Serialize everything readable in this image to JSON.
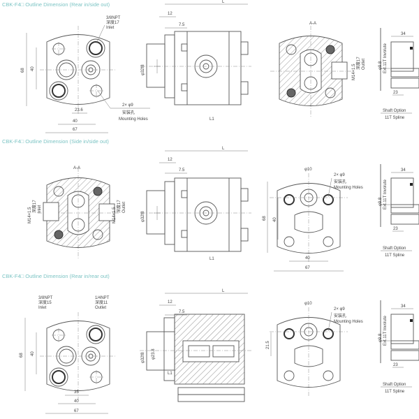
{
  "sections": [
    {
      "title": "CBK-F4□ Outline Dimension (Rear in/side out)",
      "front": {
        "inlet": [
          "3/8NPT",
          "深度17",
          "Inlet"
        ],
        "holes": [
          "2× φ9",
          "安装孔",
          "Mounting Holes"
        ],
        "dims": [
          "68",
          "40",
          "23.6",
          "40",
          "67"
        ]
      },
      "side": {
        "L": "L",
        "d12": "12",
        "d75": "7.5",
        "dia": "φ32f8",
        "L2": "L1"
      },
      "back": {
        "port": [
          "M14×1.5",
          "深度17",
          "Outlet"
        ],
        "top": "A-A"
      },
      "shaft": {
        "dia": "φ9.8",
        "spline": "Ext.11T Involute",
        "d": "34",
        "d2": "23",
        "caption1": "Shaft Option",
        "caption2": "11T Spline"
      }
    },
    {
      "title": "CBK-F4□ Outline Dimension (Side in/side out)",
      "front": {
        "left_port": [
          "M14×1.5",
          "深度17",
          "Inlet"
        ],
        "right_port": [
          "M14×1.5",
          "深度17",
          "Outlet"
        ],
        "top": "A-A"
      },
      "side": {
        "L": "L",
        "d12": "12",
        "d75": "7.5",
        "dia": "φ32f8",
        "L2": "L1"
      },
      "back": {
        "phi": "φ10",
        "holes": [
          "2× φ9",
          "安装孔",
          "Mounting Holes"
        ],
        "dims": [
          "68",
          "40",
          "40",
          "67"
        ]
      },
      "shaft": {
        "dia": "φ9.8",
        "spline": "Ext.11T Involute",
        "d": "34",
        "d2": "23",
        "caption1": "Shaft Option",
        "caption2": "11T Spline"
      }
    },
    {
      "title": "CBK-F4□ Outline Dimension (Rear in/rear out)",
      "front": {
        "inlet": [
          "3/8NPT",
          "深度15",
          "Inlet"
        ],
        "outlet": [
          "1/4NPT",
          "深度11",
          "Outlet"
        ],
        "dims": [
          "68",
          "40",
          "35",
          "40",
          "67"
        ]
      },
      "side": {
        "L": "L",
        "d12": "12",
        "d75": "7.5",
        "dia": "φ32f8",
        "dia2": "φ23.8",
        "L2": "L1"
      },
      "back": {
        "phi": "φ10",
        "holes": [
          "2× φ9",
          "安装孔",
          "Mounting Holes"
        ],
        "dim": "21.5"
      },
      "shaft": {
        "dia": "φ9.8",
        "spline": "Ext.11T Involute",
        "d": "34",
        "d2": "23",
        "caption1": "Shaft Option",
        "caption2": "11T Spline"
      }
    }
  ]
}
